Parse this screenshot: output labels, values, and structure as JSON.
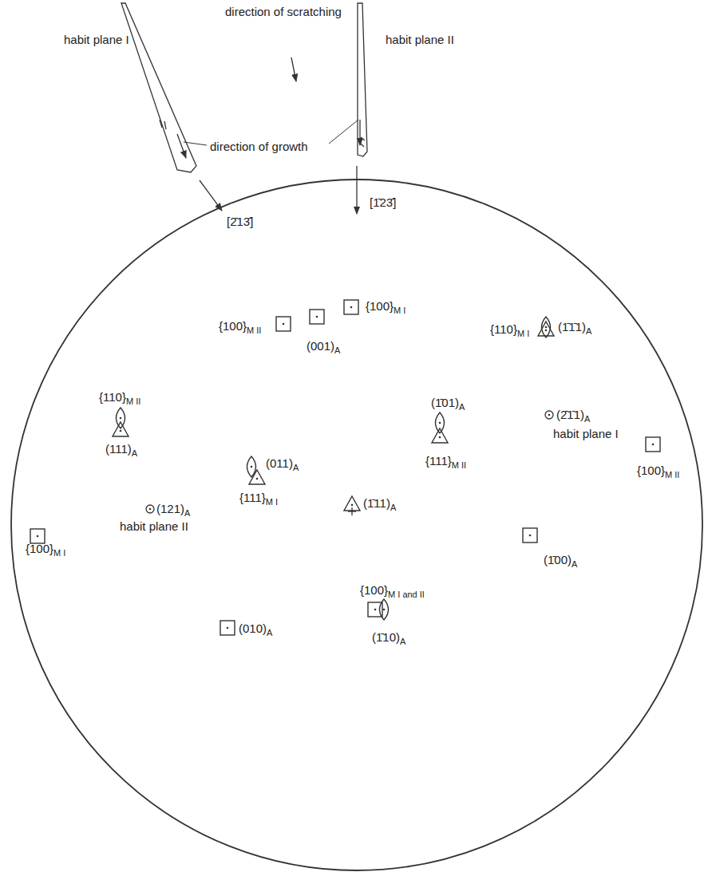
{
  "diagram": {
    "labels": [
      "direction of scratching",
      "habit plane I",
      "habit plane II",
      "direction of growth",
      "[2̄13̄]",
      "[1̄23̄]",
      "{100}M II",
      "(001)A",
      "{100}M I",
      "{110}M I",
      "(1̄1̄1)A",
      "{110}M II",
      "(111)A",
      "(1̄01)A",
      "{111}M II",
      "(2̄1̄1)A",
      "habit plane I",
      "{100}M II",
      "(011)A",
      "{111}M I",
      "(1̄11)A",
      "(121)A",
      "habit plane II",
      "{100}M I",
      "{100}M I and II",
      "(1̄10)A",
      "(1̄00)A",
      "(010)A"
    ]
  }
}
